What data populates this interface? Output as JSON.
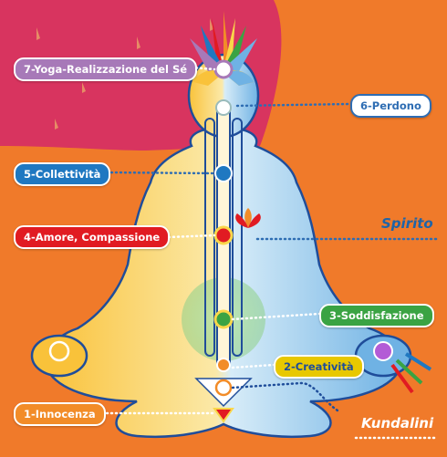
{
  "chakras": {
    "c7": {
      "label": "7-Yoga-Realizzazione del Sé",
      "color": "#a779b8"
    },
    "c6": {
      "label": "6-Perdono",
      "color": "#2e6db3"
    },
    "c5": {
      "label": "5-Collettività",
      "color": "#1f78c1"
    },
    "c4": {
      "label": "4-Amore, Compassione",
      "color": "#e11b22"
    },
    "c3": {
      "label": "3-Soddisfazione",
      "color": "#3aa343"
    },
    "c2": {
      "label": "2-Creatività",
      "color": "#e8c800"
    },
    "c1": {
      "label": "1-Innocenza",
      "color": "#f28c28"
    }
  },
  "channels": {
    "spirito": "Spirito",
    "kundalini": "Kundalini"
  },
  "colors": {
    "background": "#f07a2a",
    "cloth": "#d8345f",
    "left_channel": "#f9d74a",
    "right_channel": "#8fc4ea",
    "outline": "#1f4d9a"
  },
  "icons": [
    "lotus-icon",
    "chakra-wheel-icon",
    "spiral-icon",
    "hand-spiral-icon"
  ]
}
